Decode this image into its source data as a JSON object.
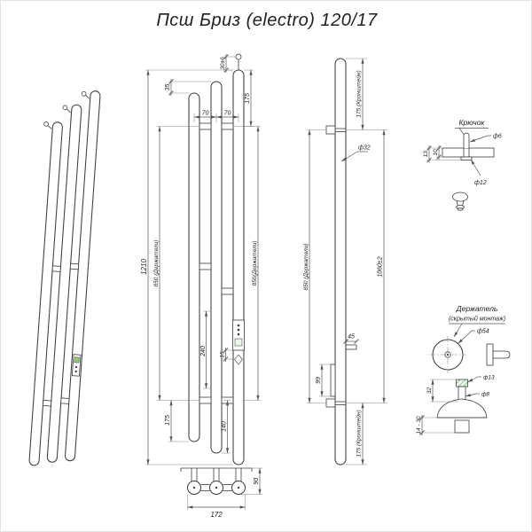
{
  "title": "Псш Бриз (electro) 120/17",
  "front_view": {
    "dim_35": "35",
    "dim_hook": "30±6",
    "dim_175_top": "175",
    "dim_70_a": "70",
    "dim_70_b": "70",
    "dim_1210": "1210",
    "dim_850_left": "850 (Держатели)",
    "dim_850_right": "850(Держатели)",
    "dim_240": "240",
    "dim_15": "15",
    "dim_175_bottom": "175",
    "dim_140": "140"
  },
  "bottom_view": {
    "dim_90": "90",
    "dim_172": "172"
  },
  "side_view": {
    "dim_bracket_top": "175 (Кронштейн)",
    "dim_d32": "ф32",
    "dim_1060": "1060±2",
    "dim_850": "850 (Держатели)",
    "dim_45": "45",
    "dim_99": "99",
    "dim_bracket_bottom": "175 (Кронштейн)"
  },
  "hook_detail": {
    "label": "Крючок",
    "dim_13": "13",
    "dim_10": "10",
    "dim_d6": "ф6",
    "dim_d12": "ф12"
  },
  "holder_detail": {
    "label_line1": "Держатель",
    "label_line2": "(скрытый монтаж)",
    "dim_d54": "ф54",
    "dim_d13": "ф13",
    "dim_d8": "ф8",
    "dim_32": "32",
    "dim_range": "14 - 30"
  }
}
